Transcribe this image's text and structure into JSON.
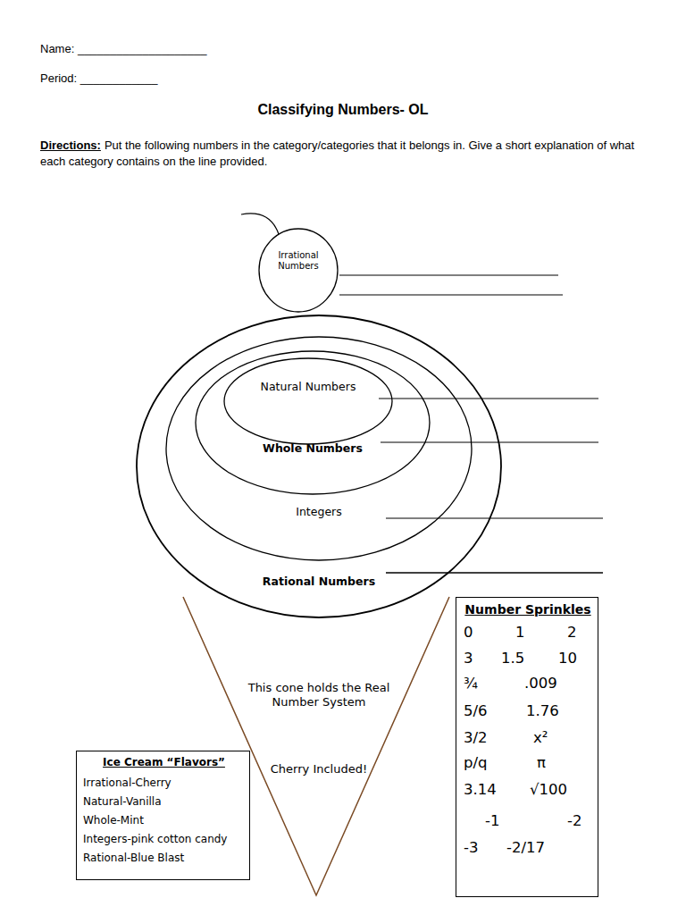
{
  "diagram": {
    "title": "Classifying Numbers- OL",
    "nodes": [
      {
        "text": [
          "Irrational Numbers"
        ]
      },
      {
        "text": [
          "Rational Numbers"
        ]
      },
      {
        "text": [
          "Integers"
        ],
        "in": 1
      },
      {
        "text": [
          "Whole Numbers"
        ],
        "in": 2
      },
      {
        "text": [
          "Natural Numbers"
        ],
        "in": 3
      },
      {
        "text": [
          "This cone holds the Real Number System",
          "Cherry Included!"
        ]
      },
      {
        "text": [
          "Number Sprinkles",
          "0",
          "1",
          "2",
          "3",
          "1.5",
          "10",
          "¾",
          ".009",
          "5/6",
          "1.76",
          "3/2",
          "x²",
          "p/q",
          "π",
          "3.14",
          "√100",
          "-1",
          "-2",
          "-3",
          "-2/17"
        ]
      },
      {
        "text": [
          "Ice Cream “Flavors”",
          "Irrational-Cherry",
          "Natural-Vanilla",
          "Whole-Mint",
          "Integers-pink cotton candy",
          "Rational-Blue Blast"
        ]
      }
    ],
    "labels": [
      "Name: ____________________",
      "Period: ____________",
      "Directions:",
      "Put the following numbers in the category/categories that it belongs in. Give a short explanation of what each category contains on the line provided."
    ]
  }
}
